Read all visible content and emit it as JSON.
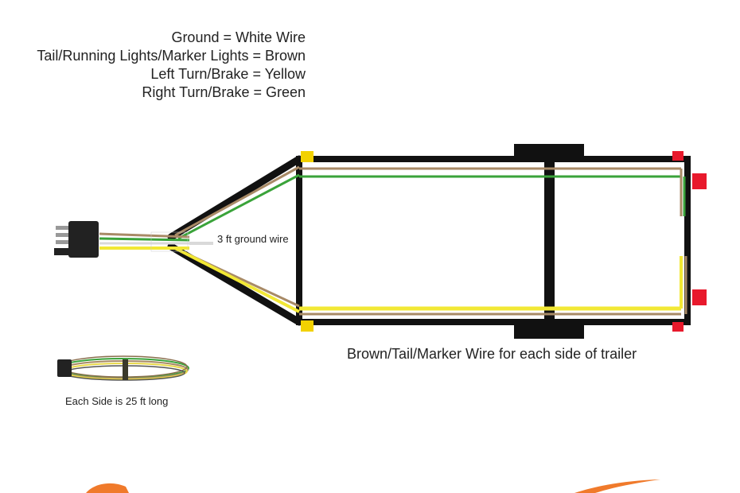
{
  "legend": {
    "items": [
      "Ground = White Wire",
      "Tail/Running Lights/Marker Lights = Brown",
      "Left Turn/Brake = Yellow",
      "Right Turn/Brake = Green"
    ]
  },
  "labels": {
    "ground_wire": "3 ft ground wire",
    "trailer_wire": "Brown/Tail/Marker Wire for each side of trailer",
    "coil": "Each Side is 25 ft long"
  },
  "colors": {
    "frame": "#111111",
    "ground": "#d9d9d9",
    "tail": "#a88a66",
    "left_turn": "#f2e835",
    "right_turn": "#3aa33a",
    "light_red": "#e8192c",
    "light_amber": "#f2d100",
    "logo": "#f07a2b"
  }
}
